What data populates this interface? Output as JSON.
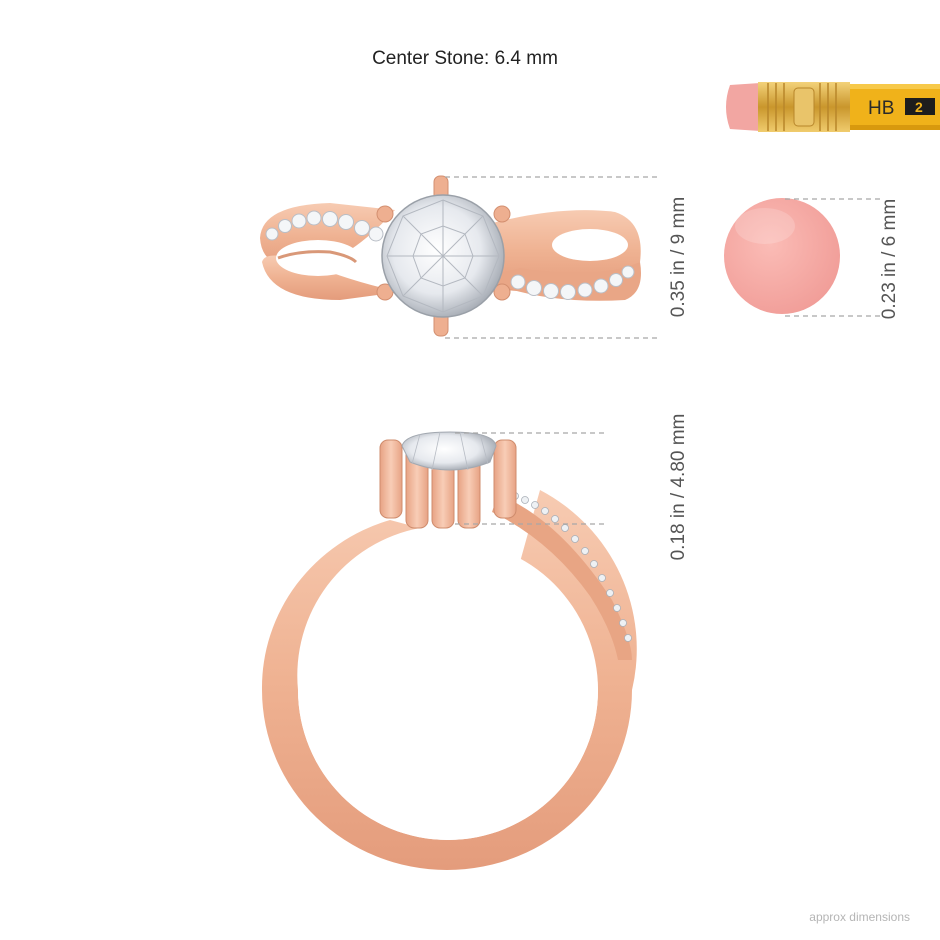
{
  "title": "Center Stone: 6.4 mm",
  "pencil_grade": "HB",
  "pencil_number": "2",
  "dimensions": {
    "top_view_height": "0.35 in / 9 mm",
    "eraser_diameter": "0.23 in / 6 mm",
    "side_view_height": "0.18 in / 4.80 mm"
  },
  "footer": "approx dimensions",
  "colors": {
    "rose_gold": "#f1b89a",
    "rose_gold_dark": "#d99878",
    "eraser_pink": "#f5a7a3",
    "pencil_yellow": "#f0b21a",
    "ferrule_gold": "#d9a93c",
    "guide_line": "#a8a8a8"
  }
}
